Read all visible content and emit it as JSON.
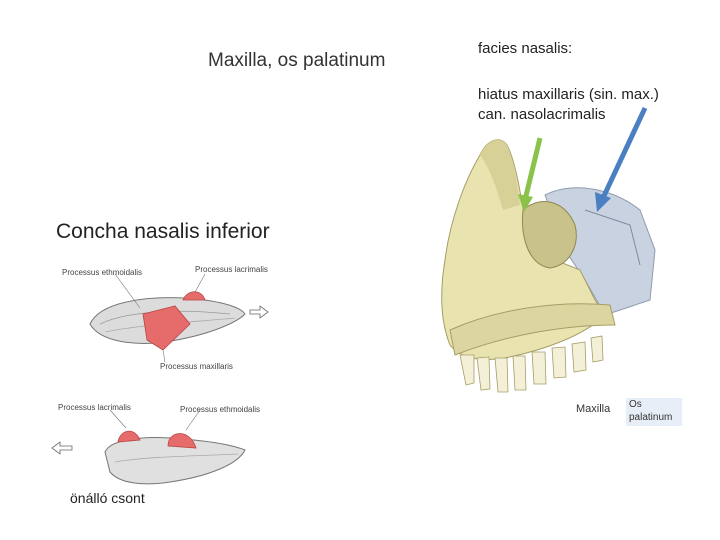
{
  "heading": {
    "title": "Maxilla, os palatinum",
    "facies": "facies nasalis:",
    "hiatus_line1": "hiatus maxillaris (sin. max.)",
    "hiatus_line2": "can. nasolacrimalis",
    "concha": "Concha nasalis inferior",
    "onallo": "önálló csont"
  },
  "top_diagram": {
    "label_ethmoid": "Processus ethmoidalis",
    "label_lacrimal": "Processus lacrimalis",
    "label_maxillary": "Processus maxillaris"
  },
  "bottom_diagram": {
    "label_lacrimal": "Processus lacrimalis",
    "label_ethmoid": "Processus ethmoidalis"
  },
  "bone_image": {
    "label_maxilla": "Maxilla",
    "label_palatinum": "Os palatinum"
  },
  "colors": {
    "arrow_green": "#8bc34a",
    "arrow_blue": "#4a7fc1",
    "bone_yellow": "#e9e3b0",
    "bone_shade": "#c9c28a",
    "palatine_blue": "#c8d2e0",
    "process_red": "#e66b6b"
  }
}
